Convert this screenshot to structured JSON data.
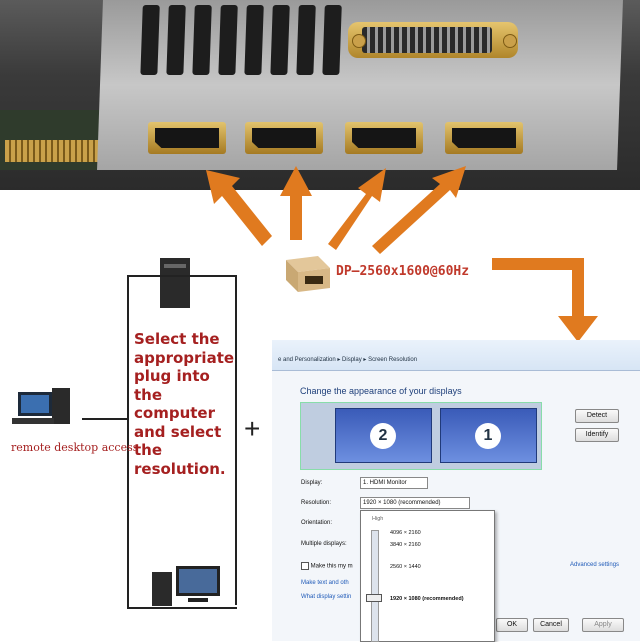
{
  "graphic": {
    "dp_label": "DP—2560x1600@60Hz",
    "instruction": [
      "Select the",
      "appropriate",
      "plug into",
      "the",
      "computer",
      "and select",
      "the",
      "resolution."
    ],
    "plus": "+",
    "remote_label": "remote desktop access",
    "colors": {
      "arrow": "#e07a1f",
      "label_red": "#a52020",
      "gold": "#c9a14a"
    }
  },
  "window": {
    "breadcrumb": "e and Personalization ▸ Display ▸ Screen Resolution",
    "title": "Change the appearance of your displays",
    "monitor_left": "2",
    "monitor_right": "1",
    "detect_button": "Detect",
    "identify_button": "Identify",
    "display_label": "Display:",
    "display_value": "1. HDMI Monitor",
    "resolution_label": "Resolution:",
    "resolution_value": "1920 × 1080 (recommended)",
    "orientation_label": "Orientation:",
    "multiple_label": "Multiple displays:",
    "make_main_label": "Make this my m",
    "advanced_link": "Advanced settings",
    "link1": "Make text and oth",
    "link2": "What display settin",
    "ok_button": "OK",
    "cancel_button": "Cancel",
    "apply_button": "Apply",
    "dropdown": {
      "high_label": "High",
      "options": [
        "4096 × 2160",
        "3840 × 2160",
        "2560 × 1440",
        "1920 × 1080 (recommended)"
      ]
    }
  }
}
